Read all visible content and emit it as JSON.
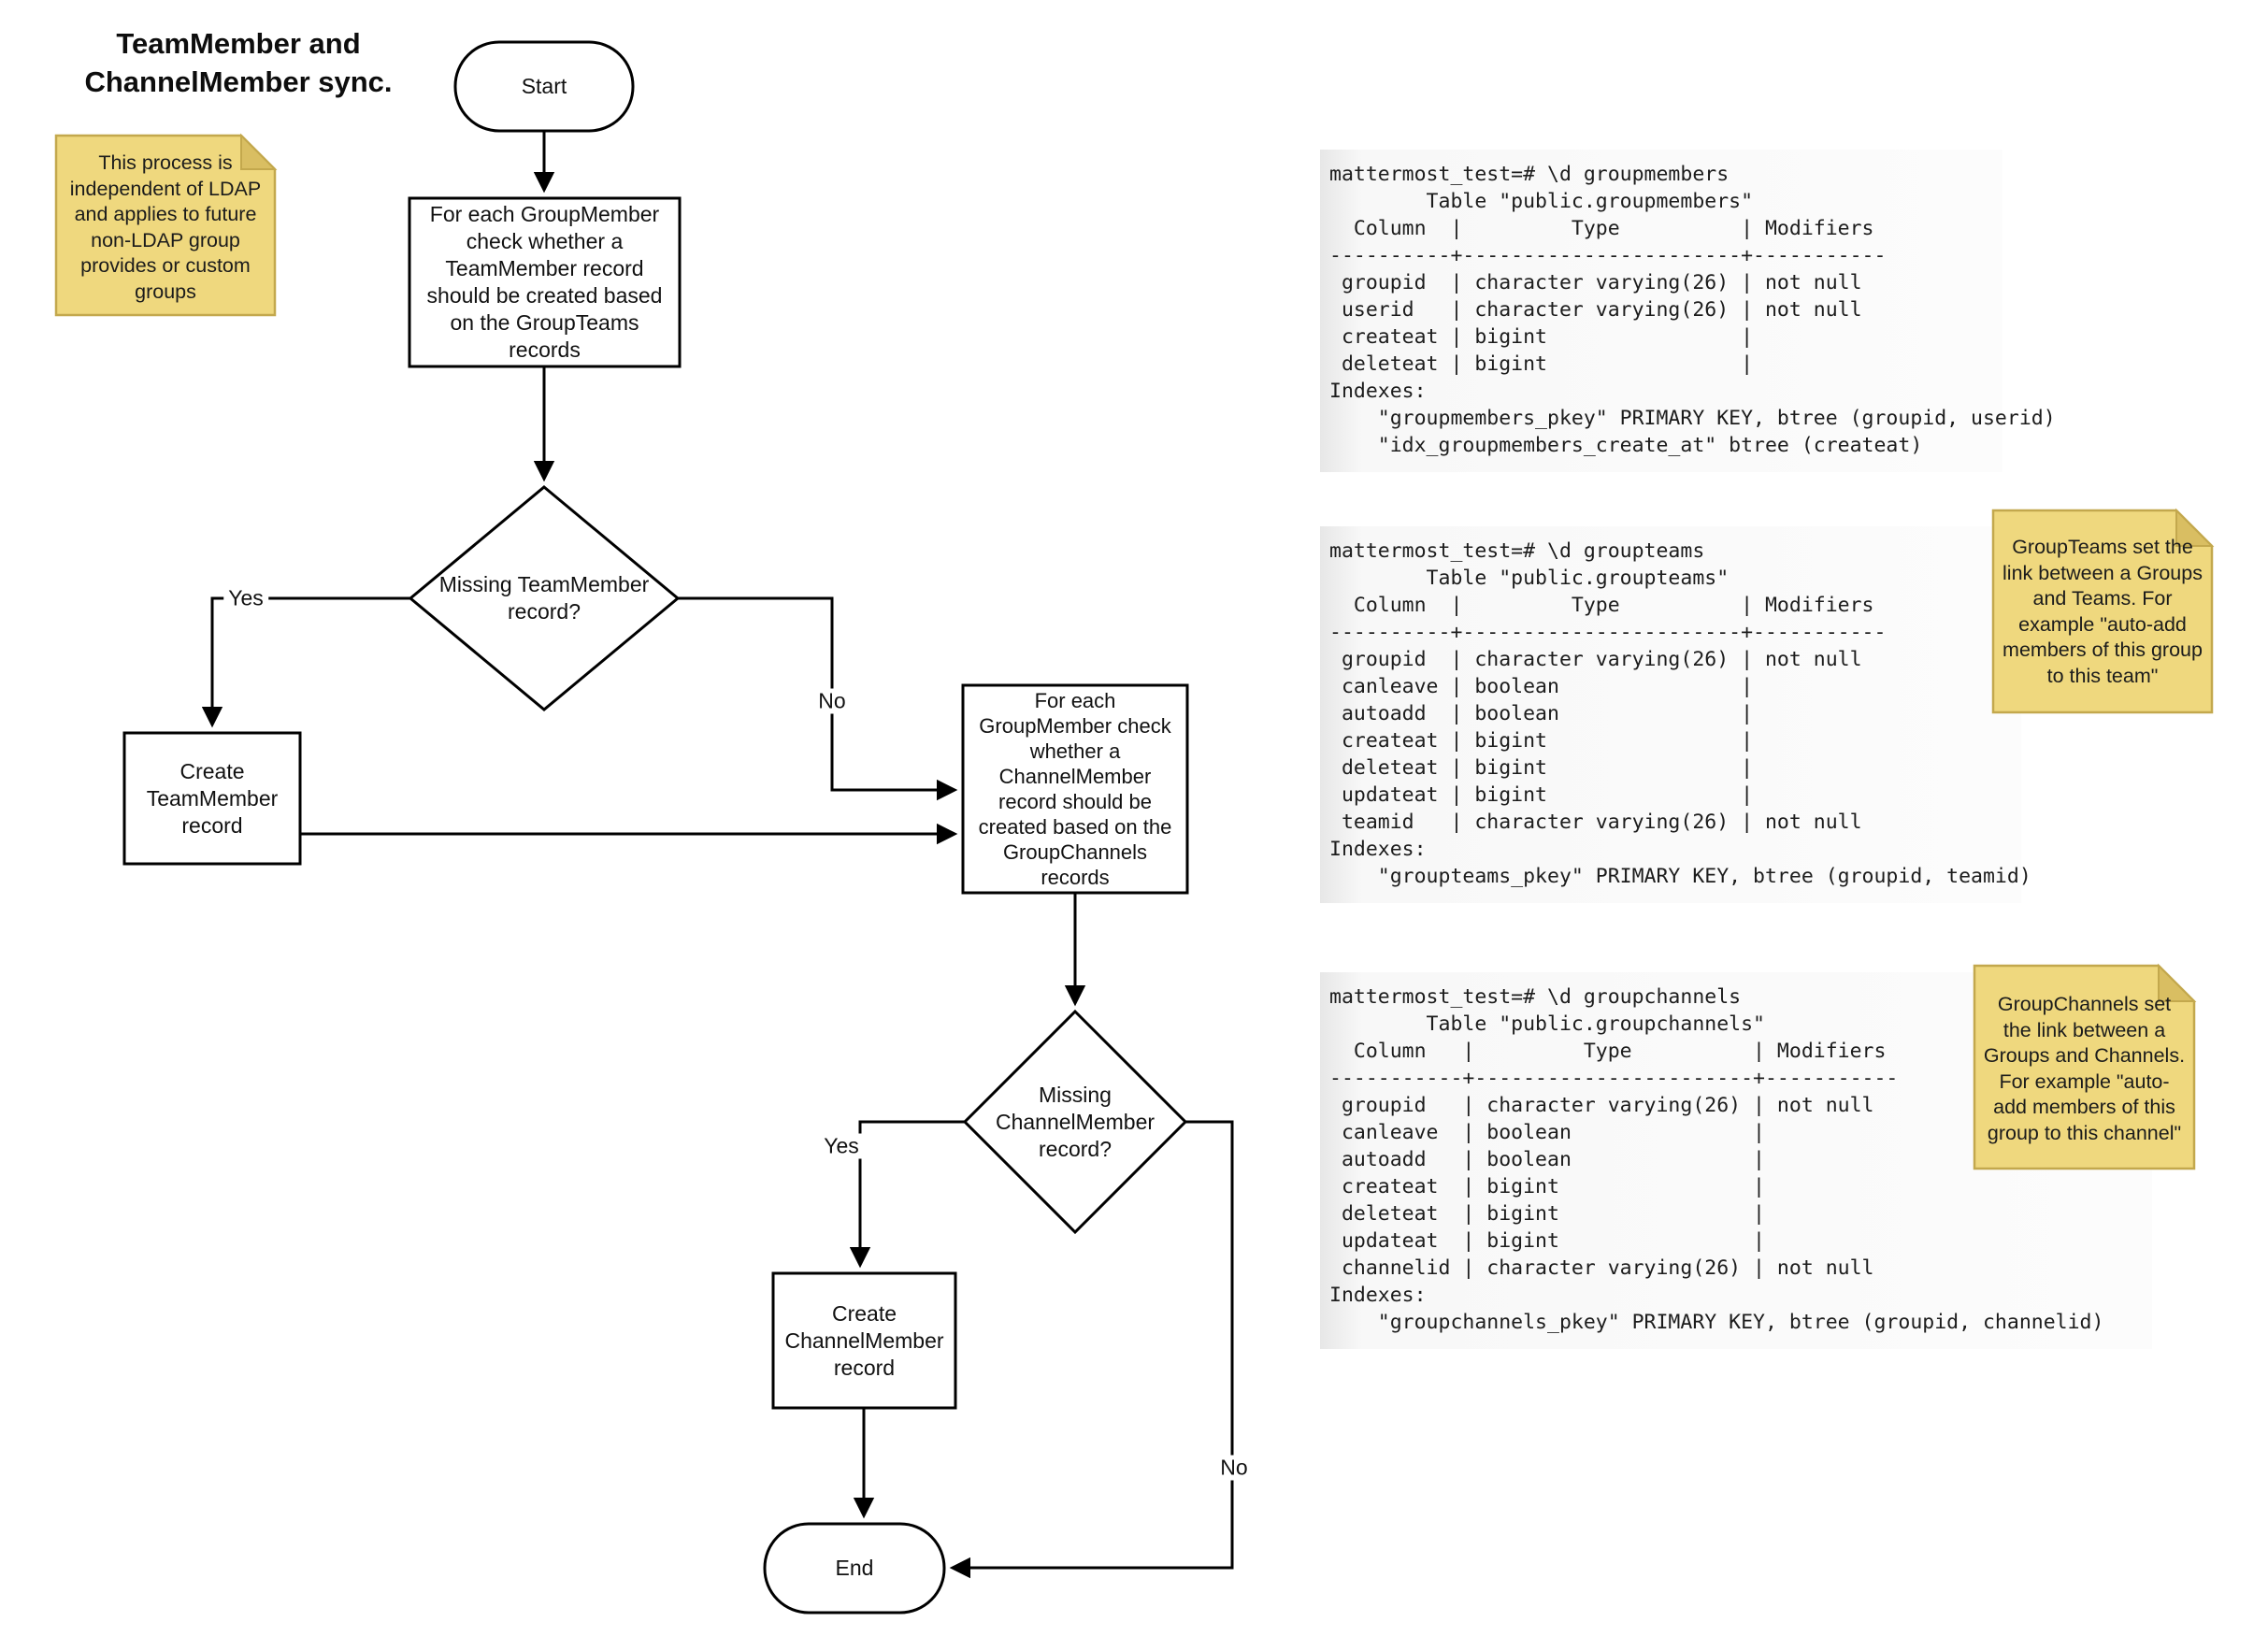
{
  "title": "TeamMember and\nChannelMember sync.",
  "notes": {
    "ldap": "This process is independent of LDAP and applies to future non-LDAP group provides or custom groups",
    "groupteams": "GroupTeams set the link between a Groups and Teams. For example \"auto-add members of this group to this team\"",
    "groupchannels": "GroupChannels set the link between a Groups and Channels. For example \"auto-add members of this group to this channel\""
  },
  "flowchart": {
    "start": "Start",
    "process_team": "For each GroupMember check whether a TeamMember record should be created based on the GroupTeams records",
    "decision_team": "Missing TeamMember record?",
    "create_team": "Create TeamMember record",
    "process_channel": "For each GroupMember check whether a ChannelMember record should be created based on the GroupChannels records",
    "decision_channel": "Missing ChannelMember record?",
    "create_channel": "Create ChannelMember record",
    "end": "End",
    "labels": {
      "yes_team": "Yes",
      "no_team": "No",
      "yes_channel": "Yes",
      "no_channel": "No"
    }
  },
  "code_blocks": [
    {
      "name": "groupmembers",
      "text": "mattermost_test=# \\d groupmembers\n        Table \"public.groupmembers\"\n  Column  |         Type          | Modifiers\n----------+-----------------------+-----------\n groupid  | character varying(26) | not null\n userid   | character varying(26) | not null\n createat | bigint                |\n deleteat | bigint                |\nIndexes:\n    \"groupmembers_pkey\" PRIMARY KEY, btree (groupid, userid)\n    \"idx_groupmembers_create_at\" btree (createat)"
    },
    {
      "name": "groupteams",
      "text": "mattermost_test=# \\d groupteams\n        Table \"public.groupteams\"\n  Column  |         Type          | Modifiers\n----------+-----------------------+-----------\n groupid  | character varying(26) | not null\n canleave | boolean               |\n autoadd  | boolean               |\n createat | bigint                |\n deleteat | bigint                |\n updateat | bigint                |\n teamid   | character varying(26) | not null\nIndexes:\n    \"groupteams_pkey\" PRIMARY KEY, btree (groupid, teamid)"
    },
    {
      "name": "groupchannels",
      "text": "mattermost_test=# \\d groupchannels\n        Table \"public.groupchannels\"\n  Column   |         Type          | Modifiers\n-----------+-----------------------+-----------\n groupid   | character varying(26) | not null\n canleave  | boolean               |\n autoadd   | boolean               |\n createat  | bigint                |\n deleteat  | bigint                |\n updateat  | bigint                |\n channelid | character varying(26) | not null\nIndexes:\n    \"groupchannels_pkey\" PRIMARY KEY, btree (groupid, channelid)"
    }
  ],
  "colors": {
    "note_fill": "#efd87e",
    "note_fold": "#d9be62",
    "note_border": "#c3a84d",
    "stroke": "#000000"
  }
}
